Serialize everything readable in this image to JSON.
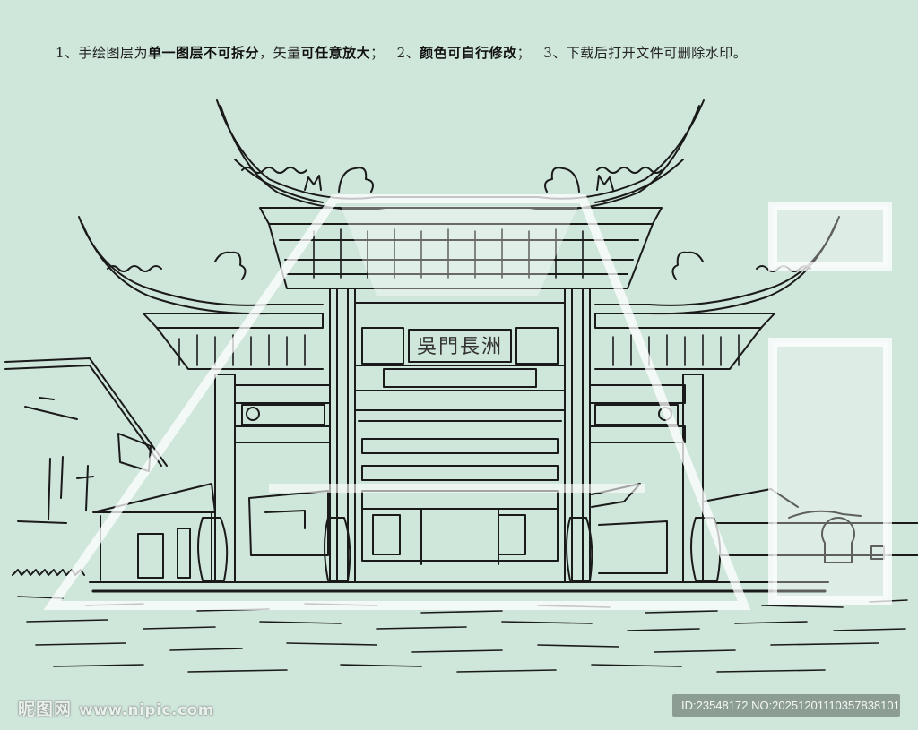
{
  "notice": {
    "item1_prefix": "1、手绘图层为",
    "item1_bold": "单一图层不可拆分",
    "item1_mid": "，矢量",
    "item1_bold2": "可任意放大",
    "item1_end": "；",
    "item2_prefix": "2、",
    "item2_bold": "颜色可自行修改",
    "item2_end": "；",
    "item3": "3、下载后打开文件可删除水印。"
  },
  "artwork": {
    "subject": "Chinese memorial archway (paifang) line drawing",
    "plaque_text": "吳門長洲",
    "line_color": "#1a1a1a",
    "background_color": "#cfe6da",
    "overlay_watermark": "Ai"
  },
  "watermark": {
    "site_name": "昵图网",
    "site_url": "www.nipic.com",
    "id_label": "ID:23548172 NO:20251201110357838101"
  }
}
